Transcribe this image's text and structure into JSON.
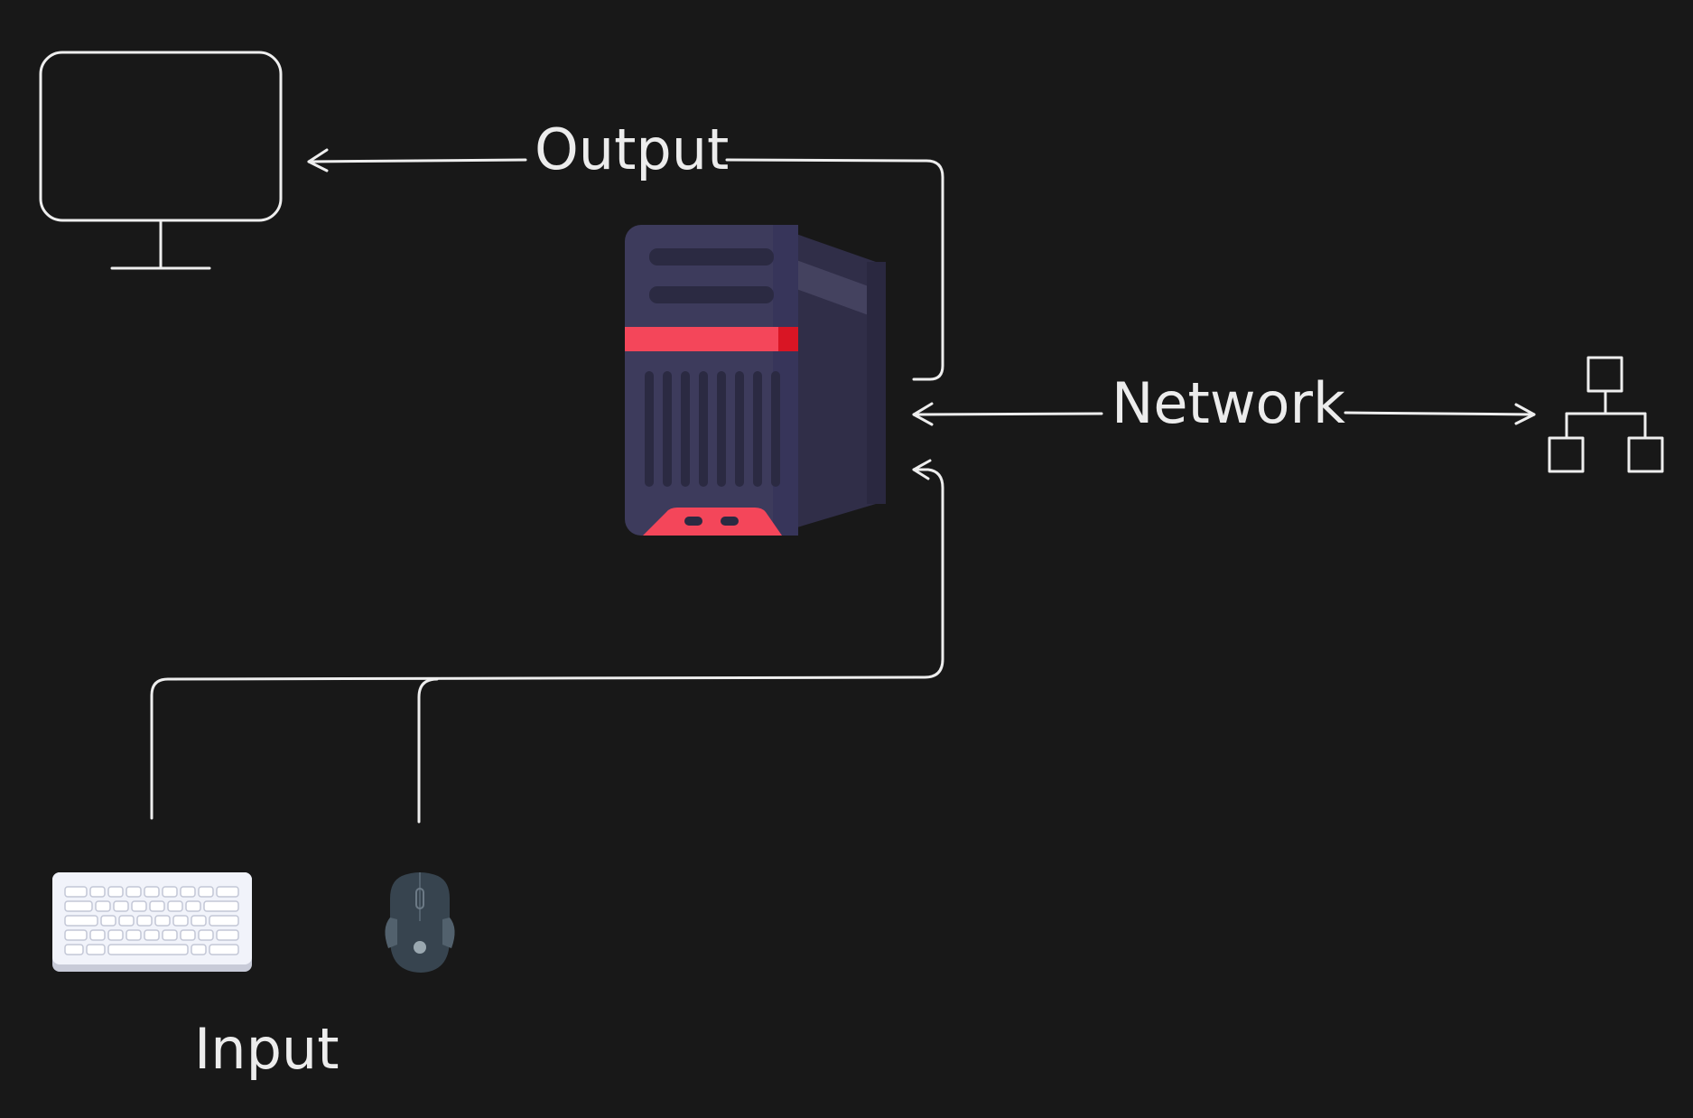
{
  "labels": {
    "output": "Output",
    "network": "Network",
    "input": "Input"
  },
  "icons": {
    "monitor": "monitor-icon",
    "computer": "computer-tower-icon",
    "network": "network-tree-icon",
    "keyboard": "keyboard-icon",
    "mouse": "mouse-icon"
  },
  "colors": {
    "background": "#181818",
    "stroke": "#eeeeee",
    "tower_body": "#3d3b5c",
    "tower_side": "#302e48",
    "tower_accent": "#f4465a",
    "keyboard": "#f1f3fa",
    "mouse": "#37444f"
  }
}
